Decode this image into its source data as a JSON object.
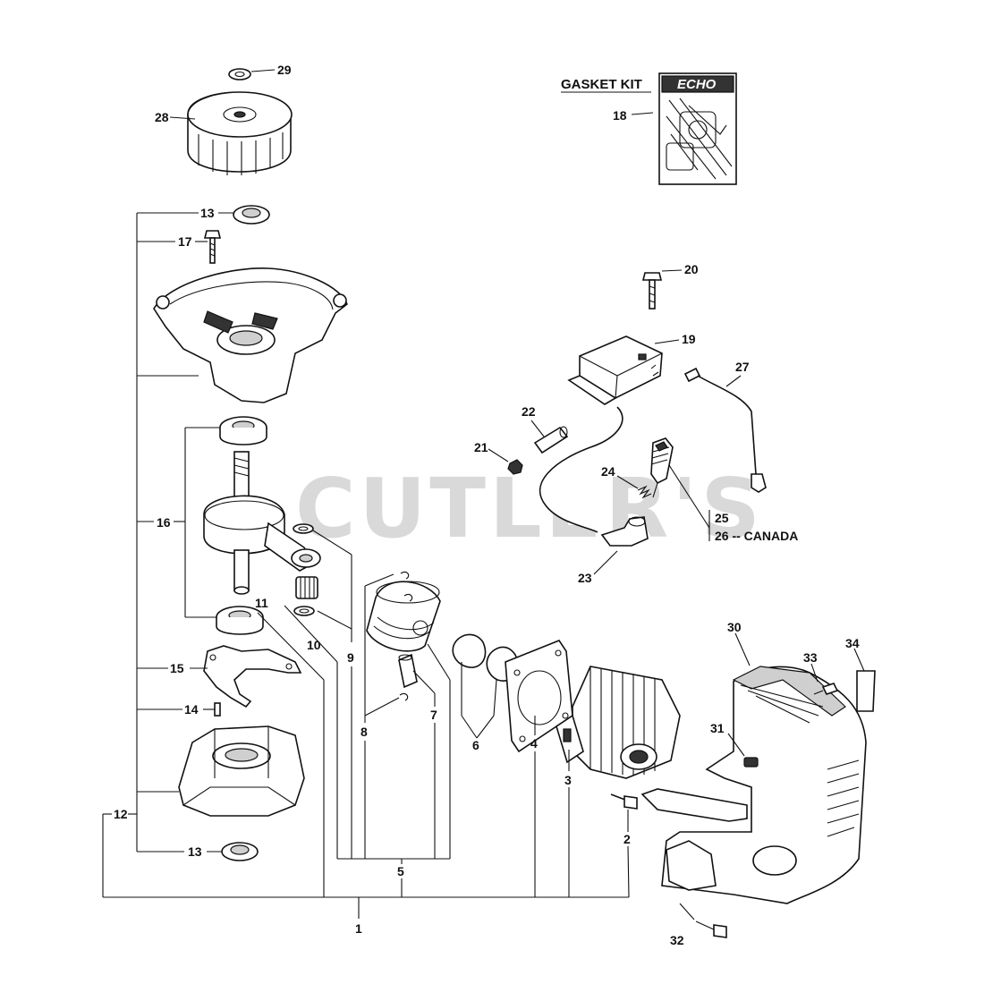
{
  "watermark": {
    "text": "CUTLER'S"
  },
  "gasket_kit": {
    "title": "GASKET KIT",
    "logo": "ECHO",
    "callout": "18"
  },
  "callouts": {
    "c1": "1",
    "c2": "2",
    "c3": "3",
    "c4": "4",
    "c5": "5",
    "c6": "6",
    "c7": "7",
    "c8": "8",
    "c9": "9",
    "c10": "10",
    "c11": "11",
    "c12": "12",
    "c13a": "13",
    "c13b": "13",
    "c14": "14",
    "c15": "15",
    "c16": "16",
    "c17": "17",
    "c19": "19",
    "c20": "20",
    "c21": "21",
    "c22": "22",
    "c23": "23",
    "c24": "24",
    "c25": "25",
    "c26": "26 -- CANADA",
    "c27": "27",
    "c28": "28",
    "c29": "29",
    "c30": "30",
    "c31": "31",
    "c32": "32",
    "c33": "33",
    "c34": "34"
  },
  "colors": {
    "ink": "#111111",
    "watermark": "#d9d9d9",
    "paper": "#ffffff"
  }
}
